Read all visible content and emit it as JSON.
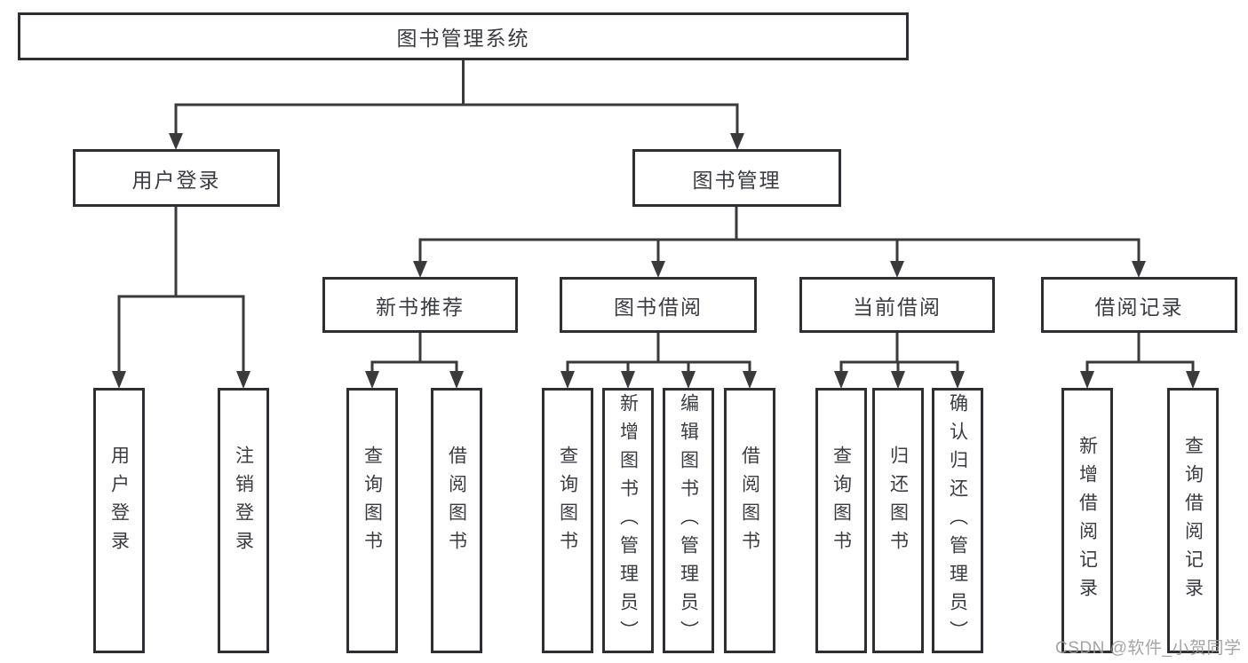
{
  "tree": {
    "label": "图书管理系统",
    "children": [
      {
        "label": "用户登录",
        "children": [
          {
            "label": "用户登录"
          },
          {
            "label": "注销登录"
          }
        ]
      },
      {
        "label": "图书管理",
        "children": [
          {
            "label": "新书推荐",
            "children": [
              {
                "label": "查询图书"
              },
              {
                "label": "借阅图书"
              }
            ]
          },
          {
            "label": "图书借阅",
            "children": [
              {
                "label": "查询图书"
              },
              {
                "label": "新增图书（管理员）"
              },
              {
                "label": "编辑图书（管理员）"
              },
              {
                "label": "借阅图书"
              }
            ]
          },
          {
            "label": "当前借阅",
            "children": [
              {
                "label": "查询图书"
              },
              {
                "label": "归还图书"
              },
              {
                "label": "确认归还（管理员）"
              }
            ]
          },
          {
            "label": "借阅记录",
            "children": [
              {
                "label": "新增借阅记录"
              },
              {
                "label": "查询借阅记录"
              }
            ]
          }
        ]
      }
    ]
  },
  "watermark": {
    "text": "CSDN @软件_小贺同学"
  },
  "colors": {
    "box_border": "#2e2f33",
    "connector": "#3a3a3a",
    "text": "#3a3c42",
    "watermark": "#9b9b9b",
    "background": "#ffffff"
  }
}
